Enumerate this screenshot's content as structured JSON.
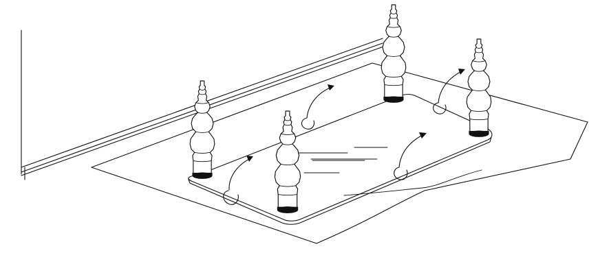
{
  "diagram": {
    "title": "",
    "description_labels": [],
    "parts": {
      "wall": "wall-with-baseboard",
      "sheet": "protective-sheet",
      "base": "rounded-rectangular-base",
      "feet": "four-turned-feet",
      "arrows": "rotation-arrows",
      "marker_lines": "parallel-alignment-lines"
    },
    "foot_count": 4,
    "arrow_count": 4,
    "colors": {
      "line": "#111111",
      "background": "#ffffff",
      "pad": "#111111"
    }
  }
}
